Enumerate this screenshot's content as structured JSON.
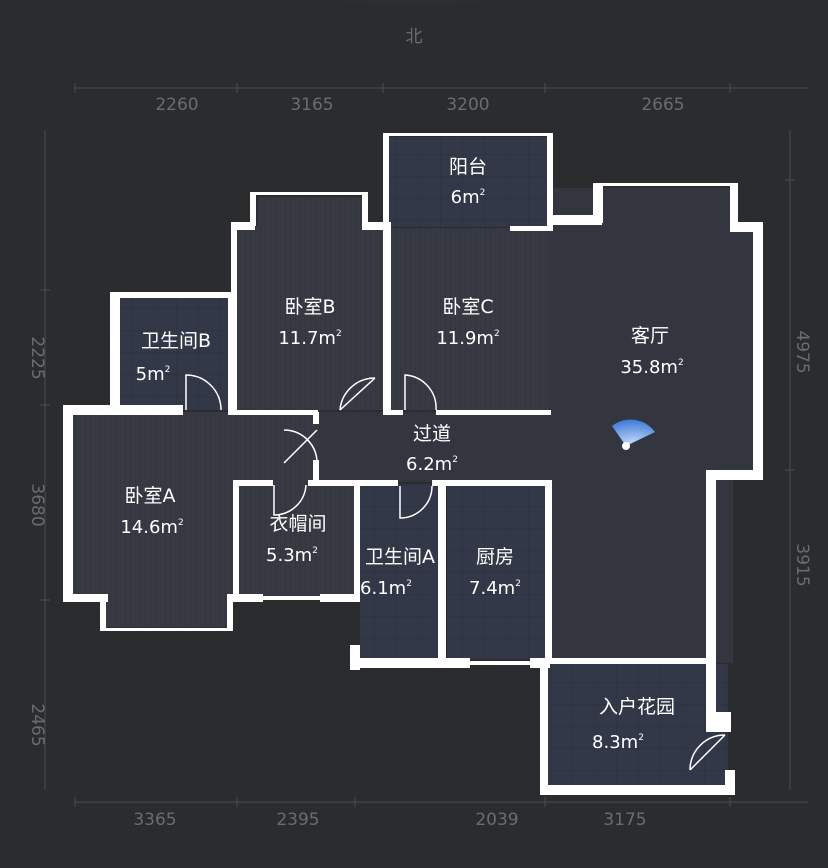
{
  "compass": {
    "north_label": "北"
  },
  "dimensions": {
    "top": [
      "2260",
      "3165",
      "3200",
      "2665"
    ],
    "bottom": [
      "3365",
      "2395",
      "2039",
      "3175"
    ],
    "left": [
      "2225",
      "3680",
      "2465"
    ],
    "right": [
      "4975",
      "3915"
    ]
  },
  "rooms": {
    "balcony": {
      "name": "阳台",
      "area": "6m",
      "unit_sup": "2"
    },
    "bedroom_b": {
      "name": "卧室B",
      "area": "11.7m",
      "unit_sup": "2"
    },
    "bedroom_c": {
      "name": "卧室C",
      "area": "11.9m",
      "unit_sup": "2"
    },
    "living_room": {
      "name": "客厅",
      "area": "35.8m",
      "unit_sup": "2"
    },
    "bathroom_b": {
      "name": "卫生间B",
      "area": "5m",
      "unit_sup": "2"
    },
    "hallway": {
      "name": "过道",
      "area": "6.2m",
      "unit_sup": "2"
    },
    "bedroom_a": {
      "name": "卧室A",
      "area": "14.6m",
      "unit_sup": "2"
    },
    "cloakroom": {
      "name": "衣帽间",
      "area": "5.3m",
      "unit_sup": "2"
    },
    "bathroom_a": {
      "name": "卫生间A",
      "area": "6.1m",
      "unit_sup": "2"
    },
    "kitchen": {
      "name": "厨房",
      "area": "7.4m",
      "unit_sup": "2"
    },
    "entry_garden": {
      "name": "入户花园",
      "area": "8.3m",
      "unit_sup": "2"
    }
  },
  "colors": {
    "background": "#2b2c2e",
    "floor": "#383b45",
    "wall": "#ffffff",
    "dimension_text": "#6a6c70",
    "accent": "#4a7fd6"
  }
}
